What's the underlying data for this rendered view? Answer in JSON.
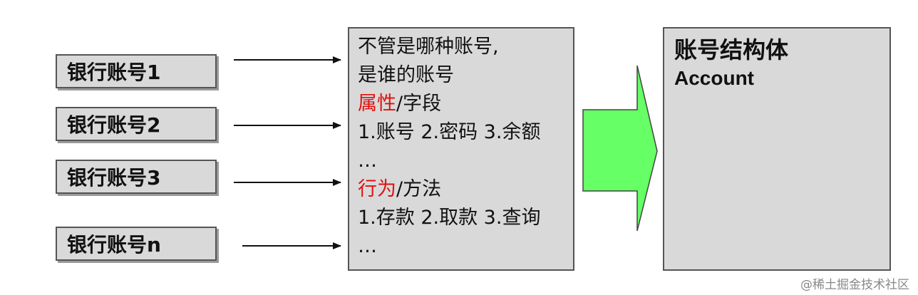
{
  "accounts": [
    "银行账号1",
    "银行账号2",
    "银行账号3",
    "银行账号n"
  ],
  "description": {
    "lines": [
      [
        {
          "text": "不管是哪种账号,",
          "red": false
        }
      ],
      [
        {
          "text": "是谁的账号",
          "red": false
        }
      ],
      [
        {
          "text": "属性",
          "red": true
        },
        {
          "text": "/字段",
          "red": false
        }
      ],
      [
        {
          "text": "1.账号 2.密码 3.余额",
          "red": false
        }
      ],
      [
        {
          "text": "…",
          "red": false
        }
      ],
      [
        {
          "text": "行为",
          "red": true
        },
        {
          "text": "/方法",
          "red": false
        }
      ],
      [
        {
          "text": "1.存款 2.取款 3.查询",
          "red": false
        }
      ],
      [
        {
          "text": "…",
          "red": false
        }
      ]
    ]
  },
  "struct": {
    "title": "账号结构体",
    "name": "Account"
  },
  "watermark": "@稀土掘金技术社区",
  "colors": {
    "box_fill": "#d9d9d9",
    "border": "#555555",
    "highlight_red": "#e01010",
    "arrow_green": "#66ff66"
  }
}
